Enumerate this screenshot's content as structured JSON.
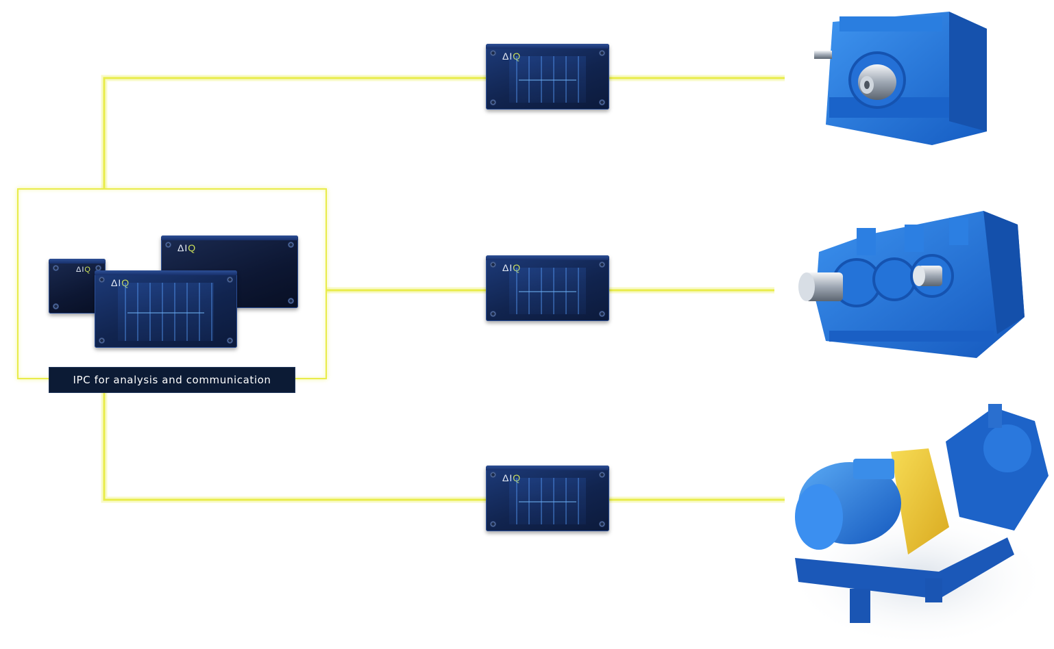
{
  "ipc": {
    "caption": "IPC for analysis and communication",
    "logo_text": "ΔIQ"
  },
  "sensor_units": [
    {
      "logo_text": "ΔIQ"
    },
    {
      "logo_text": "ΔIQ"
    },
    {
      "logo_text": "ΔIQ"
    }
  ],
  "machines": [
    {
      "name": "gear-unit-icon",
      "color": "#1f6fd9"
    },
    {
      "name": "gear-unit-large-icon",
      "color": "#1f6fd9"
    },
    {
      "name": "drive-motor-icon",
      "color": "#1f6fd9",
      "coupling_color": "#f2c62c"
    }
  ],
  "colors": {
    "connection_line": "#e9ec4a",
    "device_blue": "#11244f",
    "caption_bg": "#0c1b35"
  }
}
